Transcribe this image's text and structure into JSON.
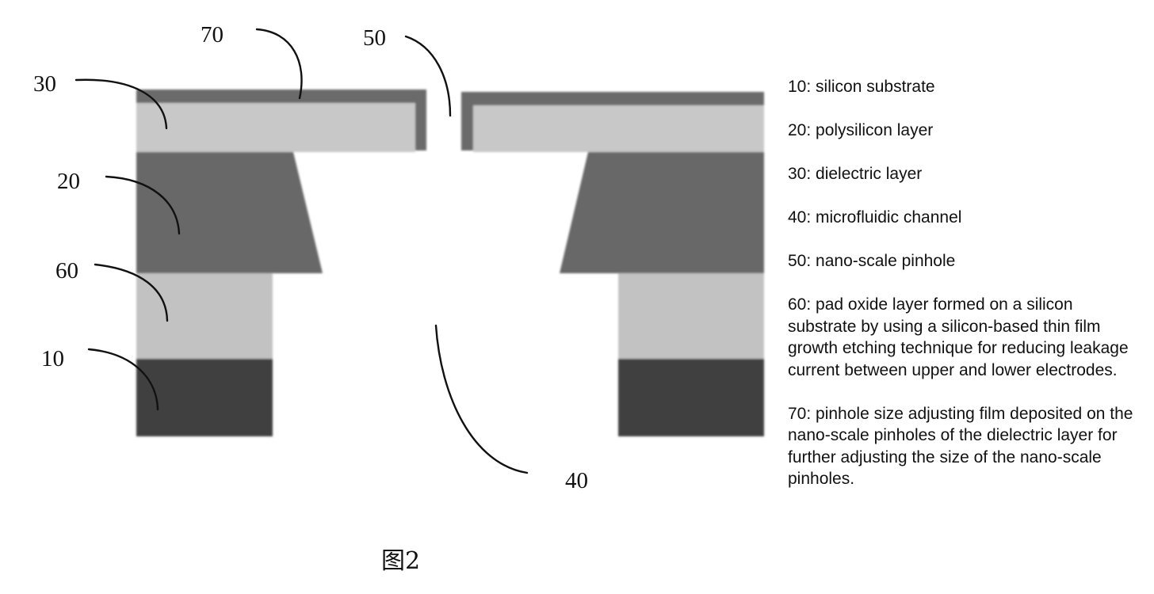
{
  "labels": {
    "l10": "10",
    "l20": "20",
    "l30": "30",
    "l40": "40",
    "l50": "50",
    "l60": "60",
    "l70": "70"
  },
  "caption": "图2",
  "legend": [
    "10: silicon substrate",
    "20: polysilicon layer",
    "30: dielectric layer",
    "40: microfluidic channel",
    "50: nano-scale pinhole",
    "60: pad oxide layer formed on a silicon substrate by using a silicon-based thin film growth etching technique for reducing leakage current between upper and lower electrodes.",
    "70: pinhole size adjusting film deposited on the nano-scale pinholes of the dielectric layer for further adjusting the size of the nano-scale pinholes."
  ],
  "colors": {
    "silicon_substrate": "#3f3f3f",
    "pad_oxide": "#c2c2c2",
    "polysilicon": "#676767",
    "dielectric": "#c8c8c8",
    "adjusting_film": "#6a6a6a"
  }
}
